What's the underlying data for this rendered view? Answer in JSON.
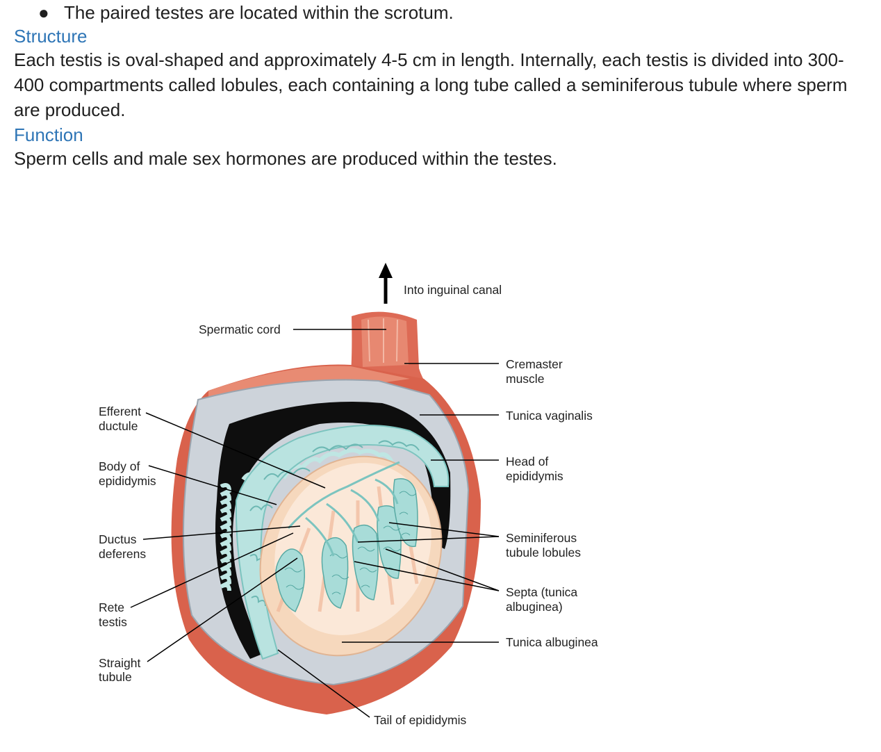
{
  "document": {
    "bullet": "The paired testes are located within the scrotum.",
    "sections": [
      {
        "heading": "Structure",
        "body": "Each testis is oval-shaped and approximately 4-5 cm in length. Internally, each testis is divided into 300-400 compartments called lobules, each containing a long tube called a seminiferous tubule where sperm are produced."
      },
      {
        "heading": "Function",
        "body": "Sperm cells and male sex hormones are produced within the testes."
      }
    ]
  },
  "figure": {
    "labels": {
      "inguinal": "Into inguinal canal",
      "spermatic_cord": "Spermatic cord",
      "cremaster_1": "Cremaster",
      "cremaster_2": "muscle",
      "tunica_vaginalis": "Tunica vaginalis",
      "head_1": "Head of",
      "head_2": "epididymis",
      "semi_1": "Seminiferous",
      "semi_2": "tubule lobules",
      "septa_1": "Septa (tunica",
      "septa_2": "albuginea)",
      "tunica_albuginea": "Tunica albuginea",
      "efferent_1": "Efferent",
      "efferent_2": "ductule",
      "body_1": "Body of",
      "body_2": "epididymis",
      "ductus_1": "Ductus",
      "ductus_2": "deferens",
      "rete_1": "Rete",
      "rete_2": "testis",
      "straight_1": "Straight",
      "straight_2": "tubule",
      "tail": "Tail of epididymis"
    },
    "colors": {
      "muscle": "#d9624c",
      "muscle_light": "#ef9e86",
      "membrane": "#c9cfd6",
      "cavity": "#0e0e0e",
      "epididymis": "#b9e3e0",
      "testis": "#f6d8bd"
    }
  }
}
